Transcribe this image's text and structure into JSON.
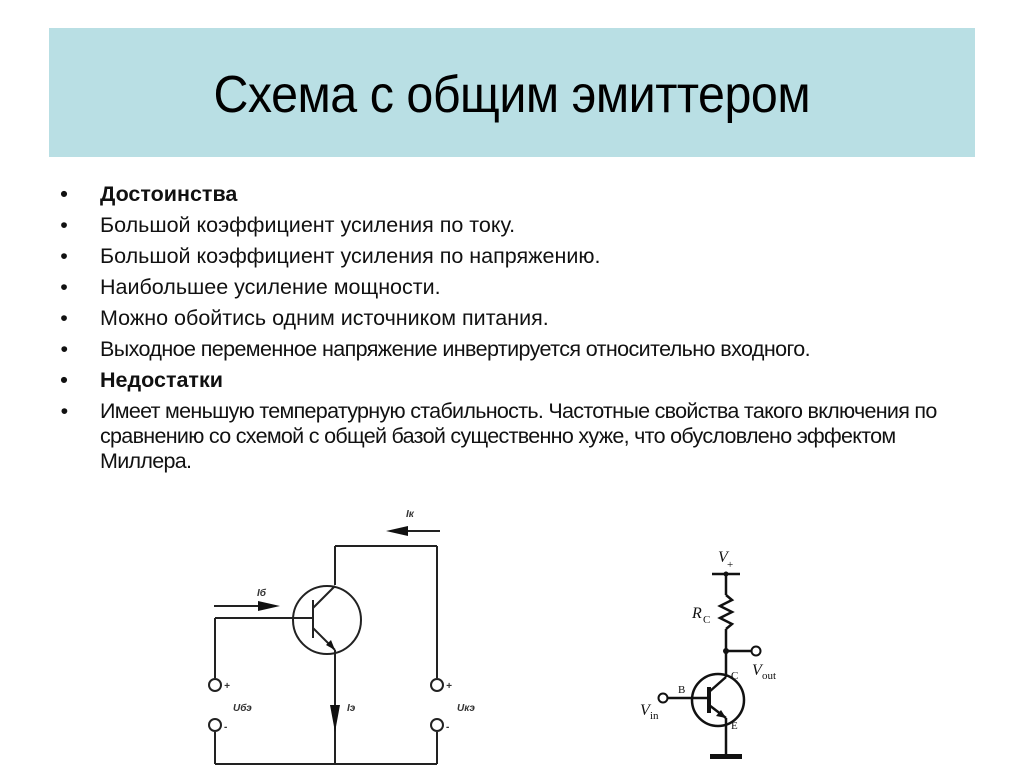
{
  "slide": {
    "title": "Схема с общим эмиттером",
    "colors": {
      "title_bg": "#b9dfe4",
      "text": "#111111"
    },
    "bullets": [
      {
        "text": "Достоинства",
        "bold": true
      },
      {
        "text": "Большой коэффициент усиления по току.",
        "bold": false
      },
      {
        "text": "Большой коэффициент усиления по напряжению.",
        "bold": false
      },
      {
        "text": "Наибольшее усиление мощности.",
        "bold": false
      },
      {
        "text": "Можно обойтись одним источником питания.",
        "bold": false
      },
      {
        "text": "Выходное переменное напряжение инвертируется относительно входного.",
        "bold": false
      },
      {
        "text": "Недостатки",
        "bold": true
      },
      {
        "text": "Имеет меньшую температурную стабильность. Частотные свойства такого включения по сравнению со схемой с общей базой существенно хуже, что обусловлено эффектом Миллера.",
        "bold": false
      }
    ],
    "bullet_glyph": "•"
  },
  "diagram_left": {
    "labels": {
      "base_current": "Iб",
      "collector_current": "Iк",
      "emitter_current": "Iэ",
      "input_voltage": "Uбэ",
      "output_voltage": "Uкэ",
      "plus": "+",
      "minus": "-"
    }
  },
  "diagram_right": {
    "labels": {
      "supply": "V",
      "supply_sub": "+",
      "resistor": "R",
      "resistor_sub": "C",
      "output": "V",
      "output_sub": "out",
      "input": "V",
      "input_sub": "in",
      "collector": "C",
      "base": "B",
      "emitter": "E"
    }
  }
}
